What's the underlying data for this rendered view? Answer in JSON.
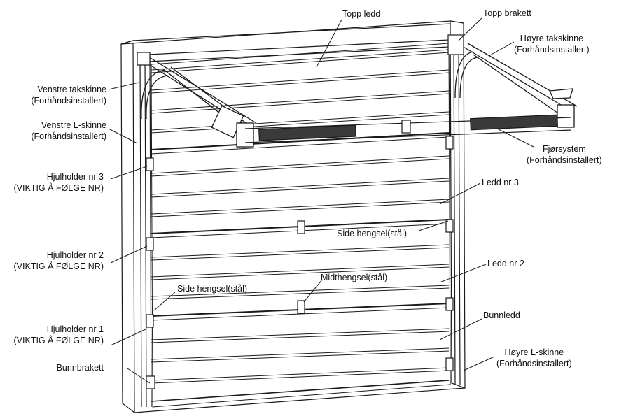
{
  "labels": {
    "topp_ledd": "Topp ledd",
    "topp_brakett": "Topp brakett",
    "hoyre_takskinne": [
      "Høyre  takskinne",
      "(Forhåndsinstallert)"
    ],
    "venstre_takskinne": [
      "Venstre  takskinne",
      "(Forhåndsinstallert)"
    ],
    "venstre_l_skinne": [
      "Venstre  L-skinne",
      "(Forhåndsinstallert)"
    ],
    "fjorsystem": [
      "Fjørsystem",
      "(Forhåndsinstallert)"
    ],
    "hjulholder_3": [
      "Hjulholder nr 3",
      "(VIKTIG Å FØLGE NR)"
    ],
    "ledd_3": "Ledd nr 3",
    "side_hengsel_right": "Side hengsel(stål)",
    "hjulholder_2": [
      "Hjulholder nr 2",
      "(VIKTIG Å FØLGE NR)"
    ],
    "ledd_2": "Ledd nr 2",
    "midthengsel": "Midthengsel(stål)",
    "side_hengsel_left": "Side hengsel(stål)",
    "bunnledd": "Bunnledd",
    "hjulholder_1": [
      "Hjulholder nr 1",
      "(VIKTIG Å FØLGE NR)"
    ],
    "hoyre_l_skinne": [
      "Høyre L-skinne",
      "(Forhåndsinstallert)"
    ],
    "bunnbrakett": "Bunnbrakett"
  },
  "colors": {
    "line": "#1a1a1a",
    "spring": "#3a3a3a",
    "frame": "#ffffff"
  }
}
